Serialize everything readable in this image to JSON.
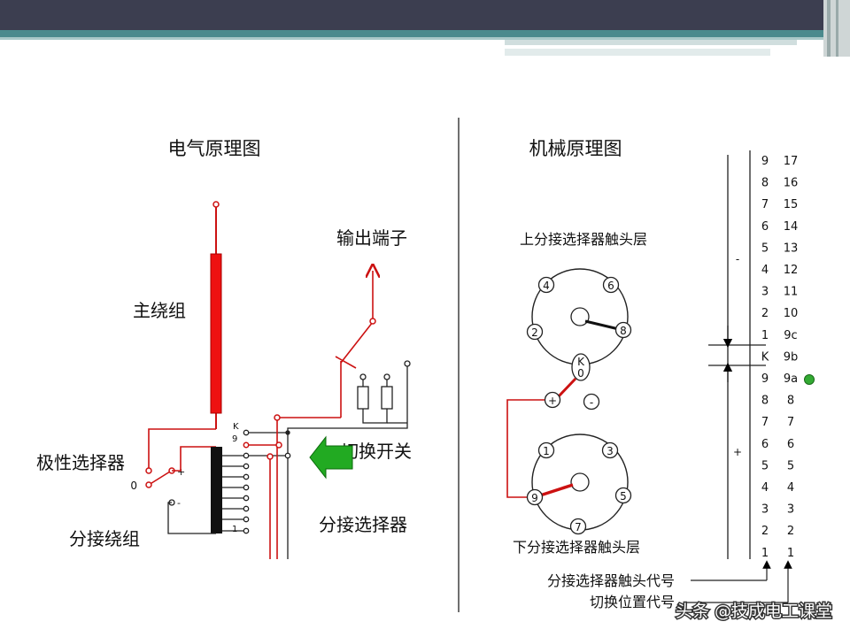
{
  "labels": {
    "electrical_title": "电气原理图",
    "mechanical_title": "机械原理图",
    "output_terminal": "输出端子",
    "main_winding": "主绕组",
    "polarity_selector": "极性选择器",
    "tap_winding": "分接绕组",
    "tap_selector": "分接选择器",
    "diverter_switch": "切换开关",
    "upper_layer": "上分接选择器触头层",
    "lower_layer": "下分接选择器触头层",
    "contact_code": "分接选择器触头代号",
    "switch_position_code": "切换位置代号",
    "watermark": "头条 @技成电工课堂"
  },
  "selector_marks": {
    "K": "K",
    "nine": "9",
    "one": "1",
    "plus": "+",
    "minus": "-",
    "zero": "0"
  },
  "upper_dial": {
    "contacts": [
      "4",
      "6",
      "2",
      "8"
    ],
    "k_label": "K",
    "k_zero": "0"
  },
  "pm_marks": {
    "plus": "+",
    "minus": "-"
  },
  "lower_dial": {
    "contacts": [
      "1",
      "3",
      "9",
      "5",
      "7"
    ]
  },
  "position_table": {
    "minus_sign": "-",
    "plus_sign": "+",
    "rows": [
      {
        "contact": "9",
        "position": "17"
      },
      {
        "contact": "8",
        "position": "16"
      },
      {
        "contact": "7",
        "position": "15"
      },
      {
        "contact": "6",
        "position": "14"
      },
      {
        "contact": "5",
        "position": "13"
      },
      {
        "contact": "4",
        "position": "12"
      },
      {
        "contact": "3",
        "position": "11"
      },
      {
        "contact": "2",
        "position": "10"
      },
      {
        "contact": "1",
        "position": "9c"
      },
      {
        "contact": "K",
        "position": "9b"
      },
      {
        "contact": "9",
        "position": "9a"
      },
      {
        "contact": "8",
        "position": "8"
      },
      {
        "contact": "7",
        "position": "7"
      },
      {
        "contact": "6",
        "position": "6"
      },
      {
        "contact": "5",
        "position": "5"
      },
      {
        "contact": "4",
        "position": "4"
      },
      {
        "contact": "3",
        "position": "3"
      },
      {
        "contact": "2",
        "position": "2"
      },
      {
        "contact": "1",
        "position": "1"
      }
    ]
  },
  "colors": {
    "banner_dark": "#3c3e50",
    "banner_teal": "#4b8a8d",
    "wire_red": "#cc1111",
    "arrow_green": "#22aa22",
    "indicator_green": "#33aa33"
  }
}
